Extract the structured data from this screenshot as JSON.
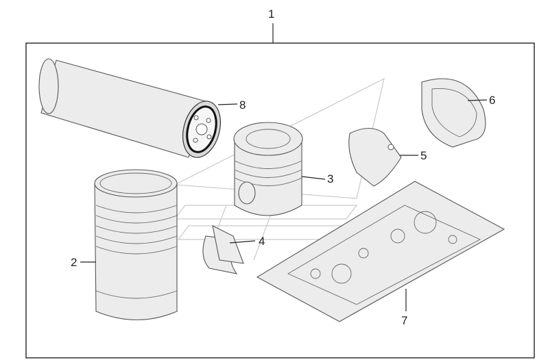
{
  "diagram": {
    "callouts": {
      "kit": "1",
      "cylinder_liner": "2",
      "piston": "3",
      "bearing_shell_small": "4",
      "bearing_shell_large": "5",
      "thrust_washer": "6",
      "gasket_set": "7",
      "filter": "8"
    },
    "colors": {
      "line": "#222222",
      "part_fill": "#ececec",
      "watermark": "#c9c9c9"
    }
  }
}
